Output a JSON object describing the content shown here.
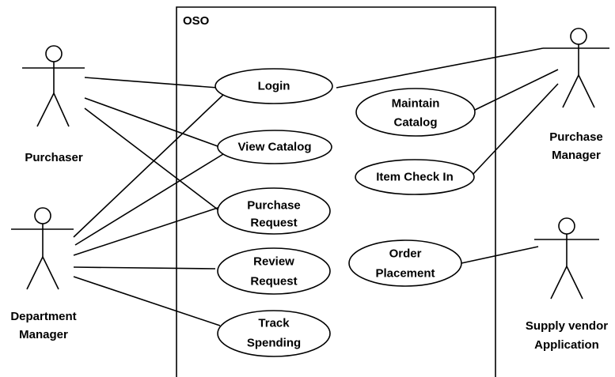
{
  "system": {
    "title": "OSO"
  },
  "use_cases": {
    "login": "Login",
    "view_catalog": "View Catalog",
    "purchase_request": [
      "Purchase",
      "Request"
    ],
    "review_request": [
      "Review",
      "Request"
    ],
    "track_spending": [
      "Track",
      "Spending"
    ],
    "maintain_catalog": [
      "Maintain",
      "Catalog"
    ],
    "item_check_in": "Item Check In",
    "order_placement": [
      "Order",
      "Placement"
    ]
  },
  "actors": {
    "purchaser": [
      "Purchaser"
    ],
    "department_manager": [
      "Department",
      "Manager"
    ],
    "purchase_manager": [
      "Purchase",
      "Manager"
    ],
    "supply_vendor": [
      "Supply vendor",
      "Application"
    ]
  }
}
